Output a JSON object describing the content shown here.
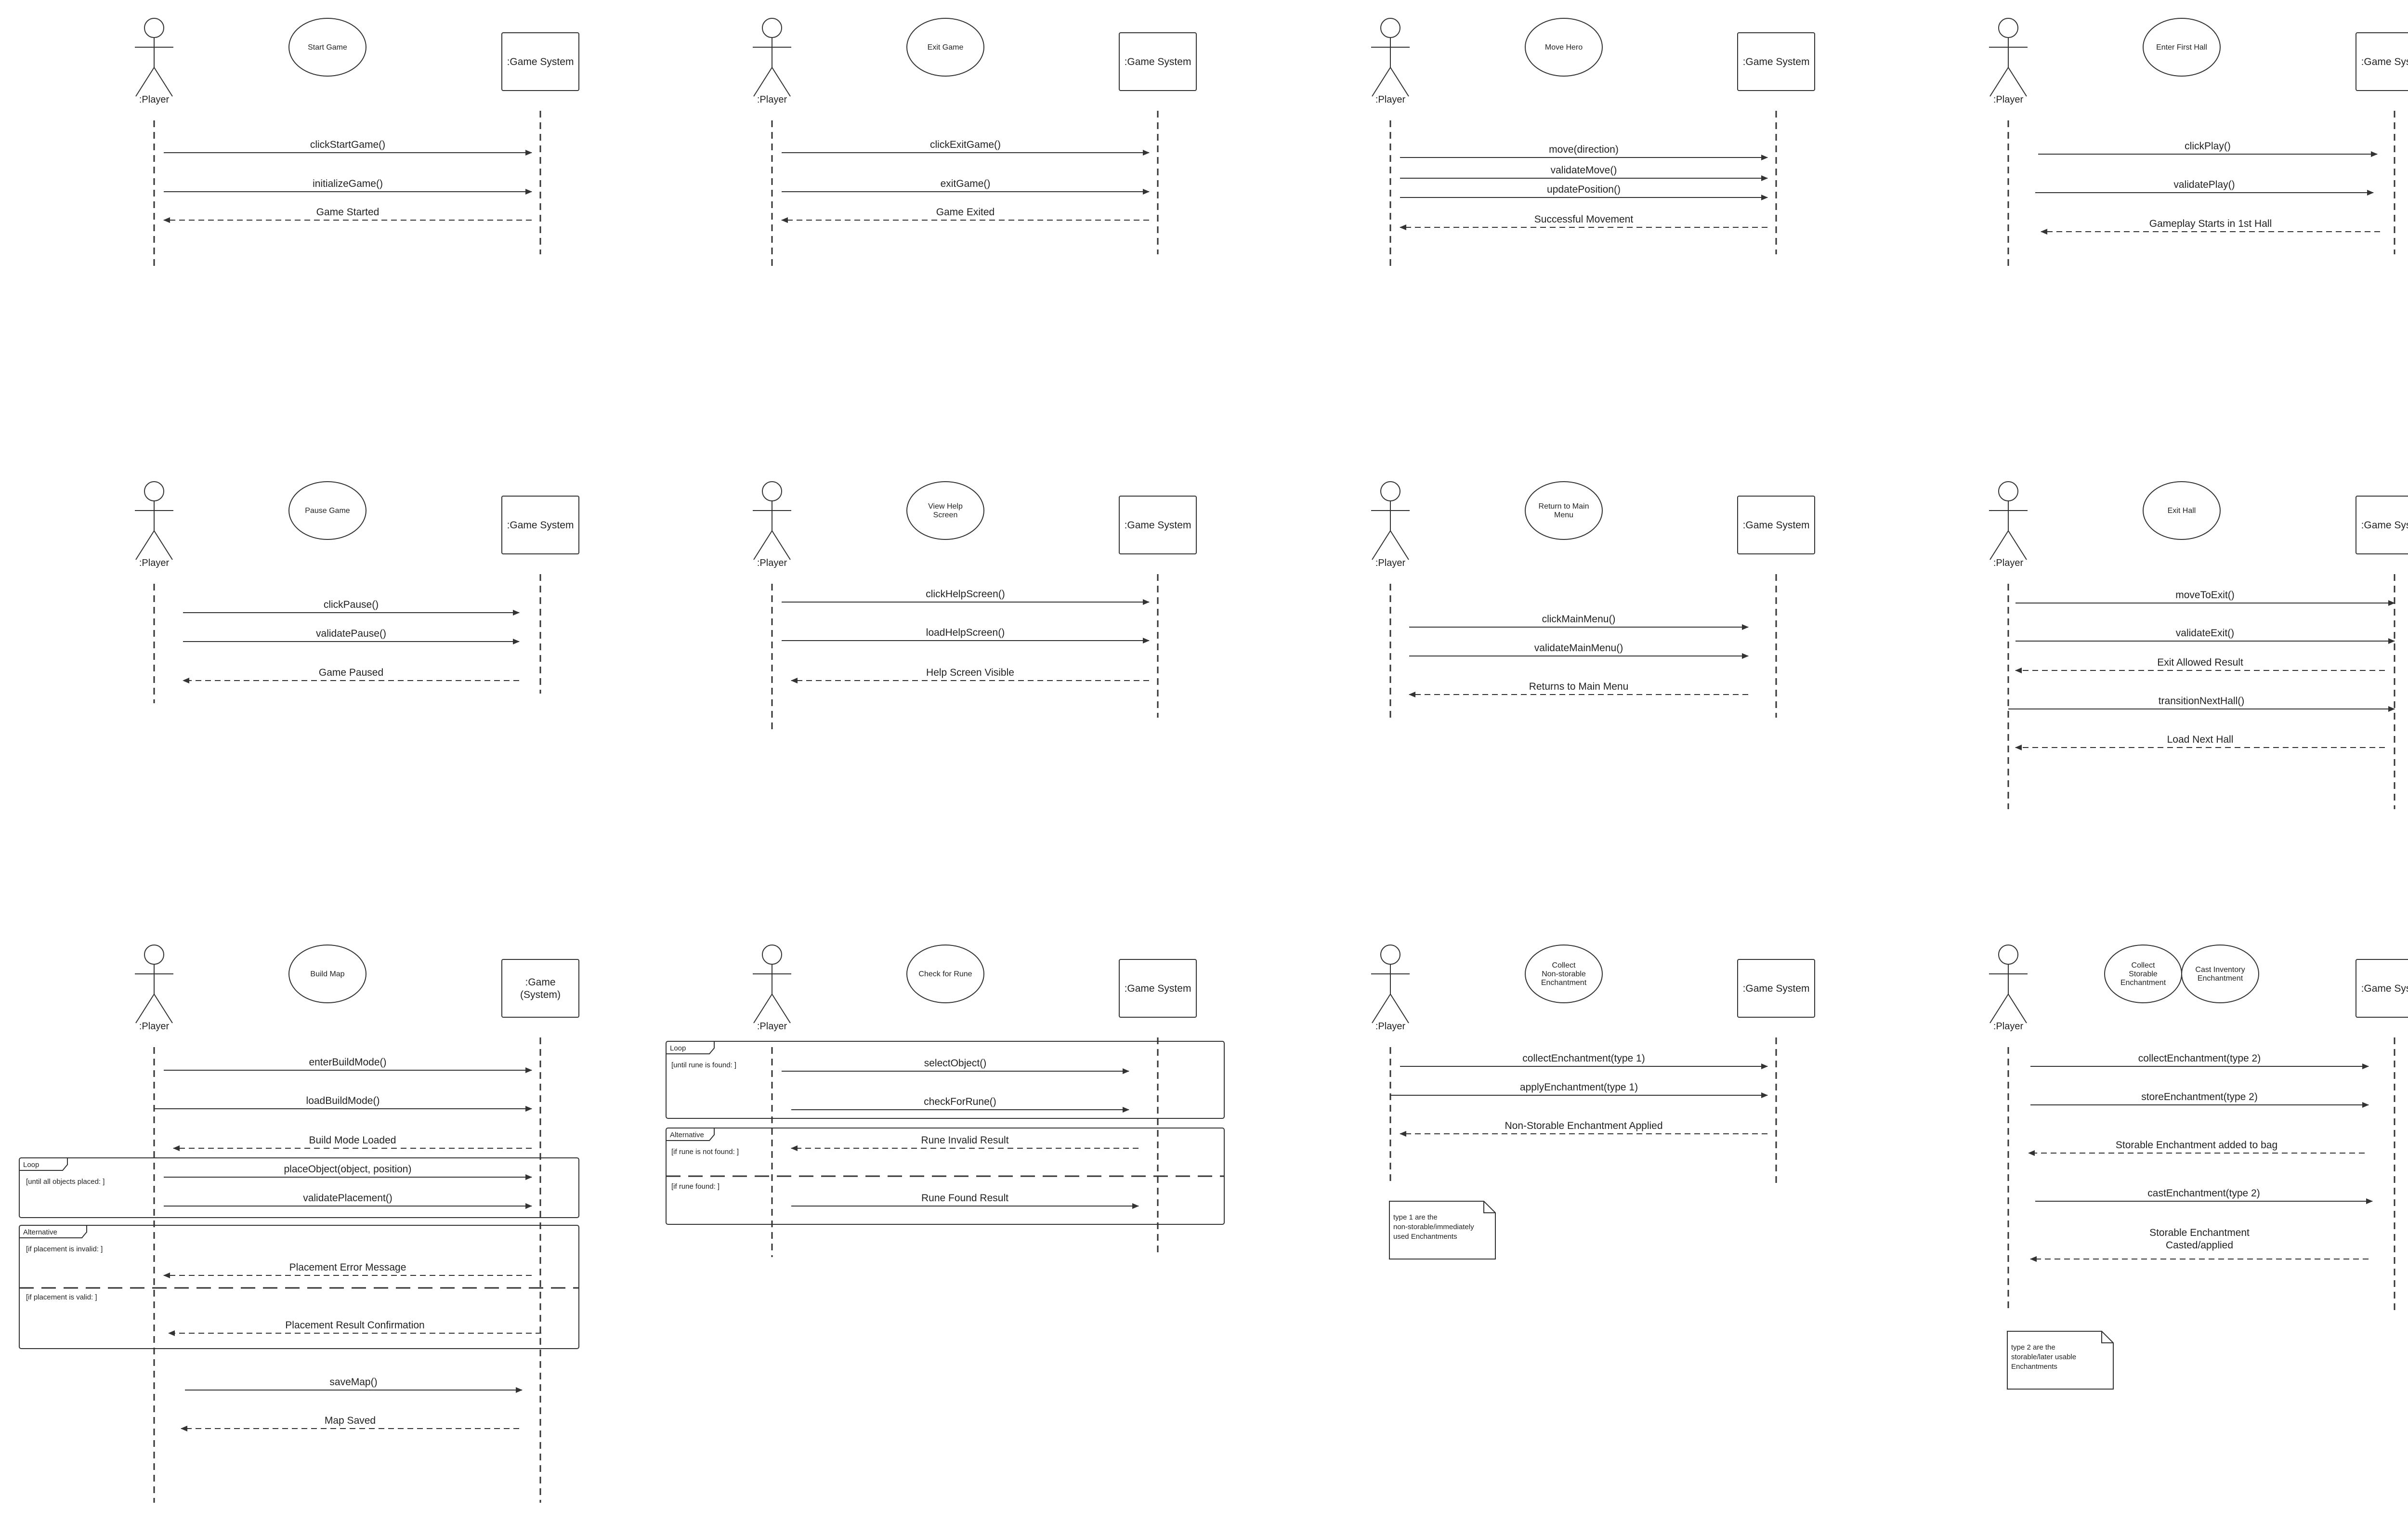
{
  "diagrams": [
    {
      "name": "start-game",
      "actor": ":Player",
      "use_cases": [
        "Start Game"
      ],
      "system": ":Game System",
      "messages": [
        {
          "label": "clickStartGame()",
          "kind": "call"
        },
        {
          "label": "initializeGame()",
          "kind": "call"
        },
        {
          "label": "Game Started",
          "kind": "return"
        }
      ]
    },
    {
      "name": "exit-game",
      "actor": ":Player",
      "use_cases": [
        "Exit Game"
      ],
      "system": ":Game System",
      "messages": [
        {
          "label": "clickExitGame()",
          "kind": "call"
        },
        {
          "label": "exitGame()",
          "kind": "call"
        },
        {
          "label": "Game Exited",
          "kind": "return"
        }
      ]
    },
    {
      "name": "move-hero",
      "actor": ":Player",
      "use_cases": [
        "Move Hero"
      ],
      "system": ":Game System",
      "messages": [
        {
          "label": "move(direction)",
          "kind": "call"
        },
        {
          "label": "validateMove()",
          "kind": "call"
        },
        {
          "label": "updatePosition()",
          "kind": "call"
        },
        {
          "label": "Successful Movement",
          "kind": "return"
        }
      ]
    },
    {
      "name": "enter-first-hall",
      "actor": ":Player",
      "use_cases": [
        "Enter First Hall"
      ],
      "system": ":Game System",
      "messages": [
        {
          "label": "clickPlay()",
          "kind": "call"
        },
        {
          "label": "validatePlay()",
          "kind": "call"
        },
        {
          "label": "Gameplay Starts in 1st Hall",
          "kind": "return"
        }
      ]
    },
    {
      "name": "pause-game",
      "actor": ":Player",
      "use_cases": [
        "Pause Game"
      ],
      "system": ":Game System",
      "messages": [
        {
          "label": "clickPause()",
          "kind": "call"
        },
        {
          "label": "validatePause()",
          "kind": "call"
        },
        {
          "label": "Game Paused",
          "kind": "return"
        }
      ]
    },
    {
      "name": "view-help-screen",
      "actor": ":Player",
      "use_cases": [
        "View Help Screen"
      ],
      "system": ":Game System",
      "messages": [
        {
          "label": "clickHelpScreen()",
          "kind": "call"
        },
        {
          "label": "loadHelpScreen()",
          "kind": "call"
        },
        {
          "label": "Help Screen Visible",
          "kind": "return"
        }
      ]
    },
    {
      "name": "return-to-main-menu",
      "actor": ":Player",
      "use_cases": [
        "Return to Main Menu"
      ],
      "system": ":Game System",
      "messages": [
        {
          "label": "clickMainMenu()",
          "kind": "call"
        },
        {
          "label": "validateMainMenu()",
          "kind": "call"
        },
        {
          "label": "Returns to Main Menu",
          "kind": "return"
        }
      ]
    },
    {
      "name": "exit-hall",
      "actor": ":Player",
      "use_cases": [
        "Exit Hall"
      ],
      "system": ":Game System",
      "messages": [
        {
          "label": "moveToExit()",
          "kind": "call"
        },
        {
          "label": "validateExit()",
          "kind": "call"
        },
        {
          "label": "Exit Allowed Result",
          "kind": "return"
        },
        {
          "label": "transitionNextHall()",
          "kind": "call"
        },
        {
          "label": "Load Next Hall",
          "kind": "return"
        }
      ]
    },
    {
      "name": "build-map",
      "actor": ":Player",
      "use_cases": [
        "Build Map"
      ],
      "system": ":Game (System)",
      "messages": [
        {
          "label": "enterBuildMode()",
          "kind": "call"
        },
        {
          "label": "loadBuildMode()",
          "kind": "call"
        },
        {
          "label": "Build Mode Loaded",
          "kind": "return"
        },
        {
          "label": "placeObject(object, position)",
          "kind": "call"
        },
        {
          "label": "validatePlacement()",
          "kind": "call"
        },
        {
          "label": "Placement Error Message",
          "kind": "return"
        },
        {
          "label": "Placement Result  Confirmation",
          "kind": "return"
        },
        {
          "label": "saveMap()",
          "kind": "call"
        },
        {
          "label": "Map Saved",
          "kind": "return"
        }
      ],
      "frames": [
        {
          "tag": "Loop",
          "guards": [
            "[until all objects placed: ]"
          ]
        },
        {
          "tag": "Alternative",
          "guards": [
            "[if placement is invalid: ]",
            "[if placement is valid: ]"
          ]
        }
      ]
    },
    {
      "name": "check-for-rune",
      "actor": ":Player",
      "use_cases": [
        "Check for Rune"
      ],
      "system": ":Game System",
      "messages": [
        {
          "label": "selectObject()",
          "kind": "call"
        },
        {
          "label": "checkForRune()",
          "kind": "call"
        },
        {
          "label": "Rune Invalid Result",
          "kind": "return"
        },
        {
          "label": "Rune Found Result",
          "kind": "call"
        }
      ],
      "frames": [
        {
          "tag": "Loop",
          "guards": [
            "[until rune is found: ]"
          ]
        },
        {
          "tag": "Alternative",
          "guards": [
            "[if rune is not found: ]",
            "[if rune found: ]"
          ]
        }
      ]
    },
    {
      "name": "collect-non-storable",
      "actor": ":Player",
      "use_cases": [
        "Collect Non-storable Enchantment"
      ],
      "system": ":Game System",
      "messages": [
        {
          "label": "collectEnchantment(type 1)",
          "kind": "call"
        },
        {
          "label": "applyEnchantment(type 1)",
          "kind": "call"
        },
        {
          "label": "Non-Storable Enchantment Applied",
          "kind": "return"
        }
      ],
      "note": "type 1 are the non-storable/immediately used Enchantments"
    },
    {
      "name": "collect-storable-cast",
      "actor": ":Player",
      "use_cases": [
        "Collect Storable Enchantment",
        "Cast Inventory Enchantment"
      ],
      "system": ":Game System",
      "messages": [
        {
          "label": "collectEnchantment(type 2)",
          "kind": "call"
        },
        {
          "label": "storeEnchantment(type 2)",
          "kind": "call"
        },
        {
          "label": "Storable Enchantment added to bag",
          "kind": "return"
        },
        {
          "label": "castEnchantment(type 2)",
          "kind": "call"
        },
        {
          "label": "Storable Enchantment Casted/applied",
          "kind": "return"
        }
      ],
      "note": "type 2 are the storable/later usable Enchantments"
    }
  ]
}
